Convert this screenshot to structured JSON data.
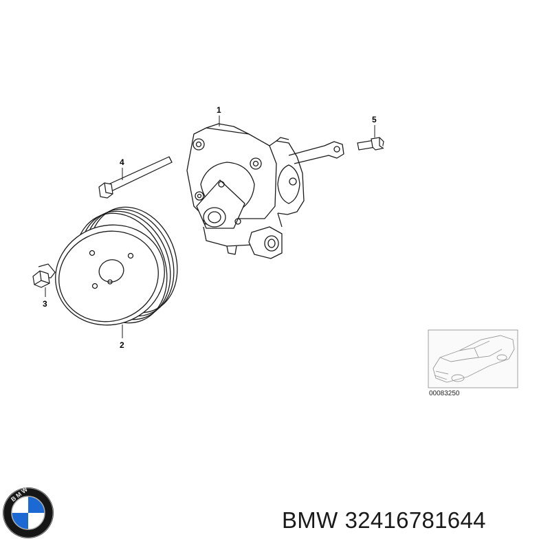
{
  "diagram": {
    "callouts": [
      {
        "id": "1",
        "label": "1"
      },
      {
        "id": "2",
        "label": "2"
      },
      {
        "id": "3",
        "label": "3"
      },
      {
        "id": "4",
        "label": "4"
      },
      {
        "id": "5",
        "label": "5"
      }
    ],
    "reference_code": "00083250"
  },
  "logo": {
    "text": "B M W"
  },
  "footer": {
    "brand": "BMW",
    "part_number": "32416781644"
  },
  "colors": {
    "line": "#1a1a1a",
    "logo_blue": "#1c69d4",
    "logo_ring": "#111111"
  }
}
